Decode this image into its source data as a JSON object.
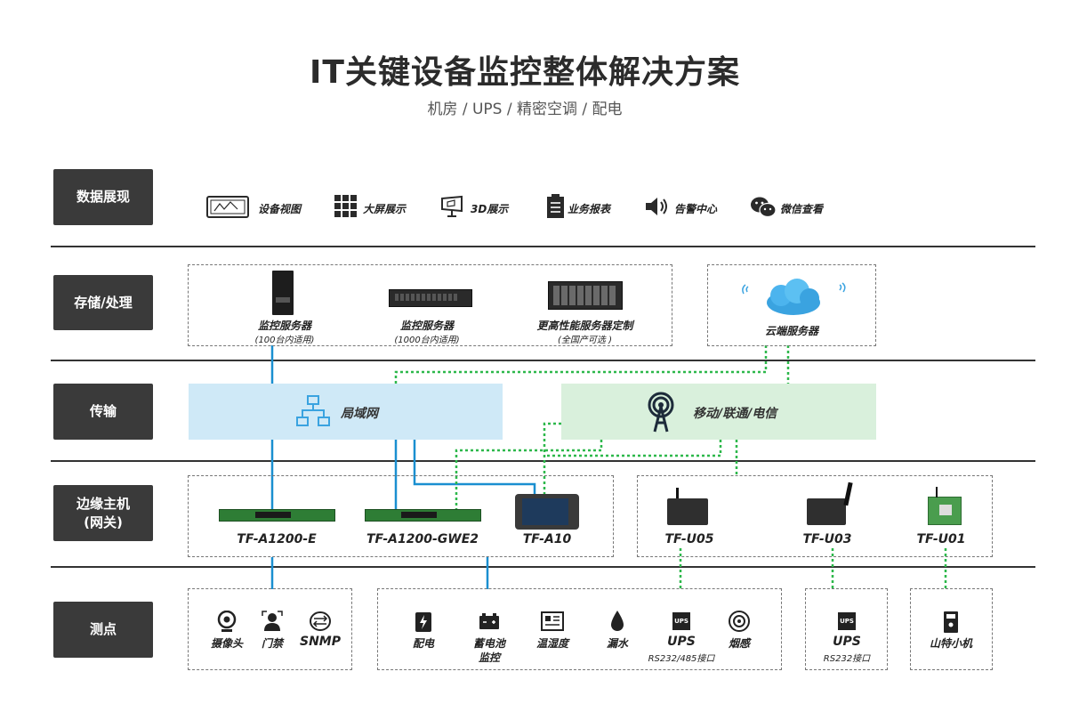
{
  "header": {
    "title": "IT关键设备监控整体解决方案",
    "subtitle": "机房 / UPS / 精密空调 / 配电"
  },
  "rows": {
    "display": "数据展现",
    "storage": "存储/处理",
    "transport": "传输",
    "edge_line1": "边缘主机",
    "edge_line2": "(网关)",
    "points": "测点"
  },
  "display_items": [
    {
      "label": "设备视图",
      "icon": "monitor-icon"
    },
    {
      "label": "大屏展示",
      "icon": "grid-icon"
    },
    {
      "label": "3D展示",
      "icon": "3d-screen-icon"
    },
    {
      "label": "业务报表",
      "icon": "clipboard-icon"
    },
    {
      "label": "告警中心",
      "icon": "speaker-icon"
    },
    {
      "label": "微信查看",
      "icon": "wechat-icon"
    }
  ],
  "storage": {
    "server1_name": "监控服务器",
    "server1_note": "(100台内适用)",
    "server2_name": "监控服务器",
    "server2_note": "(1000台内适用)",
    "server3_name": "更高性能服务器定制",
    "server3_note": "(全国产可选 )",
    "cloud_name": "云端服务器"
  },
  "transport": {
    "lan": "局域网",
    "mobile": "移动/联通/电信"
  },
  "edge": {
    "a1200e": "TF-A1200-E",
    "gwe2": "TF-A1200-GWE2",
    "a10": "TF-A10",
    "u05": "TF-U05",
    "u03": "TF-U03",
    "u01": "TF-U01"
  },
  "points": {
    "camera": "摄像头",
    "access": "门禁",
    "snmp": "SNMP",
    "power": "配电",
    "battery_l1": "蓄电池",
    "battery_l2": "监控",
    "temp": "温湿度",
    "leak": "漏水",
    "ups": "UPS",
    "ups_note": "RS232/485接口",
    "smoke": "烟感",
    "ups2": "UPS",
    "ups2_note": "RS232接口",
    "santak": "山特小机"
  },
  "colors": {
    "label_bg": "#3a3a3a",
    "lan_bg": "#cfe9f7",
    "mobile_bg": "#d9f0dc",
    "wire_blue": "#1a8fd0",
    "wire_green": "#2db84b"
  }
}
